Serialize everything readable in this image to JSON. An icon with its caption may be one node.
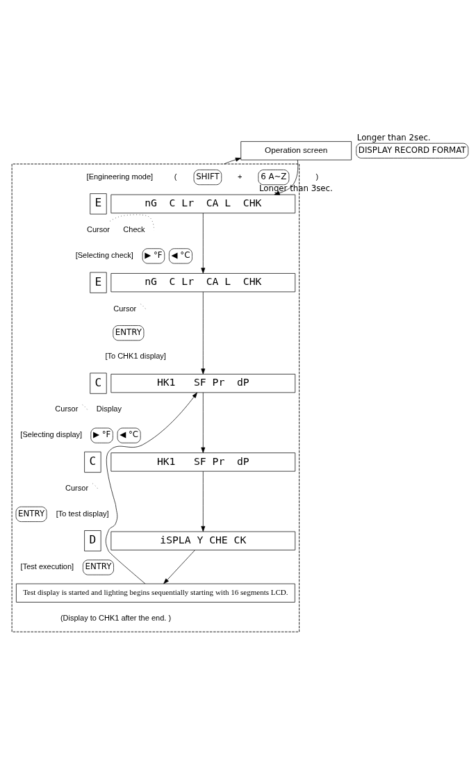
{
  "diagram": {
    "nodes": [
      {
        "text": [
          "Operation screen"
        ]
      },
      {
        "text": [
          "DISPLAY RECORD FORMAT"
        ],
        "beside": [
          "Longer than 2sec."
        ]
      },
      {
        "text": [],
        "shape": "box"
      },
      {
        "text": [
          "SHIFT"
        ],
        "in": 2
      },
      {
        "text": [
          "6 A~Z"
        ],
        "in": 2,
        "beside": [
          "Longer than 3sec."
        ]
      },
      {
        "text": [
          "E"
        ],
        "in": 2
      },
      {
        "text": [
          "nG  C Lr  CA L  CHK"
        ],
        "in": 2
      },
      {
        "text": [
          "Cursor"
        ],
        "in": 2
      },
      {
        "text": [
          "▶ °F"
        ],
        "in": 2
      },
      {
        "text": [
          "◀ °C"
        ],
        "in": 2
      },
      {
        "text": [
          "E"
        ],
        "in": 2
      },
      {
        "text": [
          "nG  C Lr  CA L  CHK"
        ],
        "in": 2
      },
      {
        "text": [
          "Cursor"
        ],
        "in": 2
      },
      {
        "text": [
          "ENTRY"
        ],
        "in": 2
      },
      {
        "text": [
          "C"
        ],
        "in": 2
      },
      {
        "text": [
          "HK1   SF Pr  dP"
        ],
        "in": 2
      },
      {
        "text": [
          "Cursor"
        ],
        "in": 2
      },
      {
        "text": [
          "▶ °F"
        ],
        "in": 2
      },
      {
        "text": [
          "◀ °C"
        ],
        "in": 2
      },
      {
        "text": [
          "C"
        ],
        "in": 2
      },
      {
        "text": [
          "HK1   SF Pr  dP"
        ],
        "in": 2
      },
      {
        "text": [
          "Cursor"
        ],
        "in": 2
      },
      {
        "text": [
          "ENTRY"
        ],
        "in": 2
      },
      {
        "text": [
          "D"
        ],
        "in": 2
      },
      {
        "text": [
          "iSPLA Y CHE CK"
        ],
        "in": 2
      },
      {
        "text": [
          "ENTRY"
        ],
        "in": 2
      },
      {
        "text": [
          "Test display is started and lighting begins sequentially starting with 16 segments LCD."
        ],
        "in": 2
      }
    ],
    "edges": [
      {
        "from": 2,
        "to": 0,
        "arrow": "to"
      },
      {
        "from": 0,
        "to": 6,
        "arrow": "to"
      },
      {
        "from": 6,
        "to": 11,
        "arrow": "to"
      },
      {
        "from": 11,
        "to": 15,
        "arrow": "to"
      },
      {
        "from": 15,
        "to": 20,
        "arrow": "to"
      },
      {
        "from": 20,
        "to": 24,
        "arrow": "to"
      },
      {
        "from": 24,
        "to": 26,
        "arrow": "to"
      },
      {
        "from": 26,
        "to": 15,
        "arrow": "to"
      },
      {
        "from": 7,
        "to": null,
        "arrow": "none",
        "style": "dashed"
      },
      {
        "from": 12,
        "to": null,
        "arrow": "none",
        "style": "dashed"
      },
      {
        "from": 16,
        "to": null,
        "arrow": "none",
        "style": "dashed"
      },
      {
        "from": 21,
        "to": null,
        "arrow": "none",
        "style": "dashed"
      }
    ],
    "labels": [
      "(",
      "+",
      ")",
      "[Engineering mode]",
      "Check",
      "[Selecting check]",
      "[To CHK1 display]",
      "Display",
      "[Selecting display]",
      "[To test display]",
      "[Test execution]",
      "(Display to CHK1 after the end. )"
    ]
  }
}
